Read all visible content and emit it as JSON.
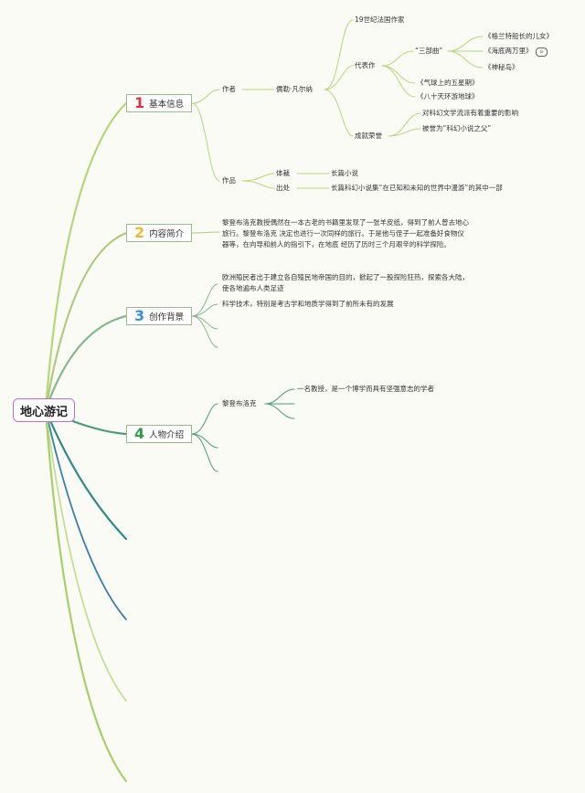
{
  "root": {
    "label": "地心游记"
  },
  "topics": [
    {
      "num": "1",
      "label": "基本信息",
      "color": "#e0323c"
    },
    {
      "num": "2",
      "label": "内容简介",
      "color": "#f2b637"
    },
    {
      "num": "3",
      "label": "创作背景",
      "color": "#3d8ed6"
    },
    {
      "num": "4",
      "label": "人物介绍",
      "color": "#2f9a4a"
    }
  ],
  "basic": {
    "author_label": "作者",
    "author_name": "儒勒·凡尔纳",
    "nationality": "19世纪法国作家",
    "works_label": "代表作",
    "trilogy_label": "“三部曲”",
    "trilogy": [
      "《格兰特船长的儿女》",
      "《海底两万里》",
      "《神秘岛》"
    ],
    "other_works": [
      "《气球上的五星期》",
      "《八十天环游地球》"
    ],
    "honors_label": "成就荣誉",
    "honors": [
      "对科幻文学流派有着重要的影响",
      "被誉为“科幻小说之父”"
    ],
    "work_label": "作品",
    "genre_label": "体裁",
    "genre": "长篇小说",
    "source_label": "出处",
    "source": "长篇科幻小说集“在已知和未知的世界中漫游”的其中一部"
  },
  "summary": {
    "text": "黎登布洛克教授偶然在一本古老的书籍里发现了一张羊皮纸，得到了前人曾去地心旅行。黎登布洛克 决定也进行一次同样的旅行。于是他与侄子一起准备好食物仪器等，在向导和前人的指引下，在地底 经历了历时三个月艰辛的科学探险。"
  },
  "background": {
    "items": [
      "欧洲殖民者出于建立各自殖民地帝国的目的，掀起了一股探险狂热，探索各大陆，使各地遍布人类足迹",
      "科学技术，特别是考古学和地质学得到了前所未有的发展"
    ]
  },
  "characters": {
    "name": "黎登布洛克",
    "desc": "一名教授，是一个博学而具有坚强意志的学者"
  },
  "colors": {
    "root_border": "#c86bd0",
    "branch_green": "#a8cf6a",
    "branch_teal": "#2f8b8a",
    "branch_blue": "#3c7fb0"
  }
}
